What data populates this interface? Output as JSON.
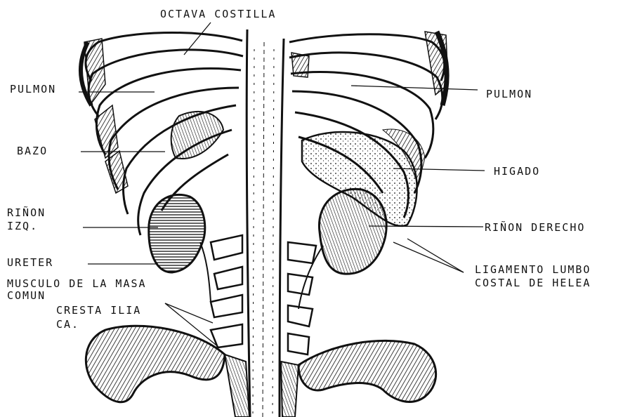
{
  "labels": {
    "octava_costilla": "OCTAVA COSTILLA",
    "pulmon_left": "PULMON",
    "pulmon_right": "PULMON",
    "bazo": "BAZO",
    "higado": "HIGADO",
    "rinon_izq_line1": "RIÑON",
    "rinon_izq_line2": "IZQ.",
    "rinon_derecho": "RIÑON DERECHO",
    "ureter": "URETER",
    "musculo_line1": "MUSCULO DE LA MASA",
    "musculo_line2": "COMUN",
    "cresta_line1": "CRESTA ILIA",
    "cresta_line2": "CA.",
    "ligamento_line1": "LIGAMENTO LUMBO",
    "ligamento_line2": "COSTAL DE HELEA"
  },
  "colors": {
    "ink": "#111111",
    "paper": "#ffffff"
  }
}
